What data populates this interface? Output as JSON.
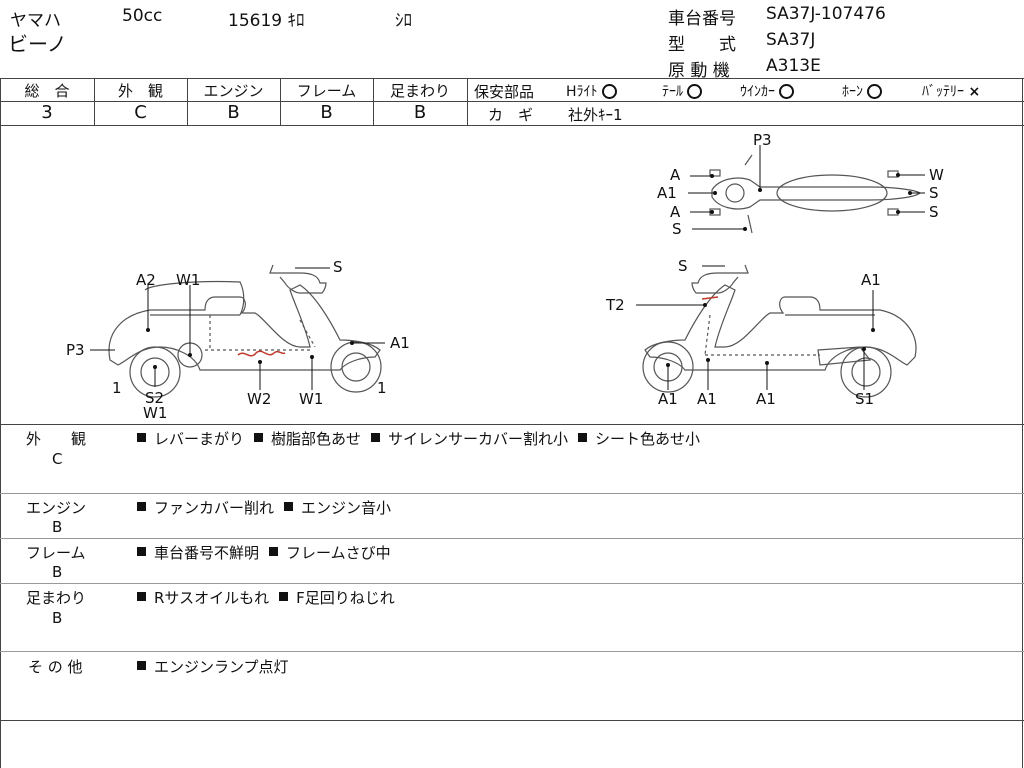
{
  "header": {
    "maker": "ヤマハ",
    "cc": "50cc",
    "mileage": "15619 ｷﾛ",
    "color": "ｼﾛ",
    "model_name": "ビーノ",
    "frame_no_label": "車台番号",
    "frame_no": "SA37J-107476",
    "type_label": "型　　式",
    "type_value": "SA37J",
    "engine_label": "原 動 機",
    "engine_value": "A313E"
  },
  "grades": {
    "headers": [
      "総　合",
      "外　観",
      "エンジン",
      "フレーム",
      "足まわり"
    ],
    "values": [
      "3",
      "C",
      "B",
      "B",
      "B"
    ]
  },
  "safety": {
    "title": "保安部品",
    "items": [
      {
        "name": "Hﾗｲﾄ",
        "mark": "circle"
      },
      {
        "name": "ﾃｰﾙ",
        "mark": "circle"
      },
      {
        "name": "ｳｲﾝｶｰ",
        "mark": "circle"
      },
      {
        "name": "ﾎｰﾝ",
        "mark": "circle"
      },
      {
        "name": "ﾊﾞｯﾃﾘｰ",
        "mark": "×"
      }
    ],
    "key_label": "カ　ギ",
    "key_value": "社外ｷｰ1"
  },
  "diagram": {
    "left_labels": [
      "A2",
      "W1",
      "S",
      "P3",
      "A1",
      "1",
      "S2",
      "W1",
      "W2",
      "W1",
      "1"
    ],
    "top_labels": [
      "P3",
      "A",
      "A1",
      "A",
      "S",
      "W",
      "S",
      "S"
    ],
    "right_labels": [
      "S",
      "A1",
      "T2",
      "A1",
      "A1",
      "A1",
      "S1"
    ]
  },
  "sections": [
    {
      "label": "外　　観",
      "grade": "C",
      "items": [
        "レバーまがり",
        "樹脂部色あせ",
        "サイレンサーカバー割れ小",
        "シート色あせ小"
      ]
    },
    {
      "label": "エンジン",
      "grade": "B",
      "items": [
        "ファンカバー削れ",
        "エンジン音小"
      ]
    },
    {
      "label": "フレーム",
      "grade": "B",
      "items": [
        "車台番号不鮮明",
        "フレームさび中"
      ]
    },
    {
      "label": "足まわり",
      "grade": "B",
      "items": [
        "Rサスオイルもれ",
        "F足回りねじれ"
      ]
    },
    {
      "label": "そ の 他",
      "grade": "",
      "items": [
        "エンジンランプ点灯"
      ]
    }
  ],
  "colors": {
    "line": "#444444",
    "damage": "#c0392b"
  }
}
